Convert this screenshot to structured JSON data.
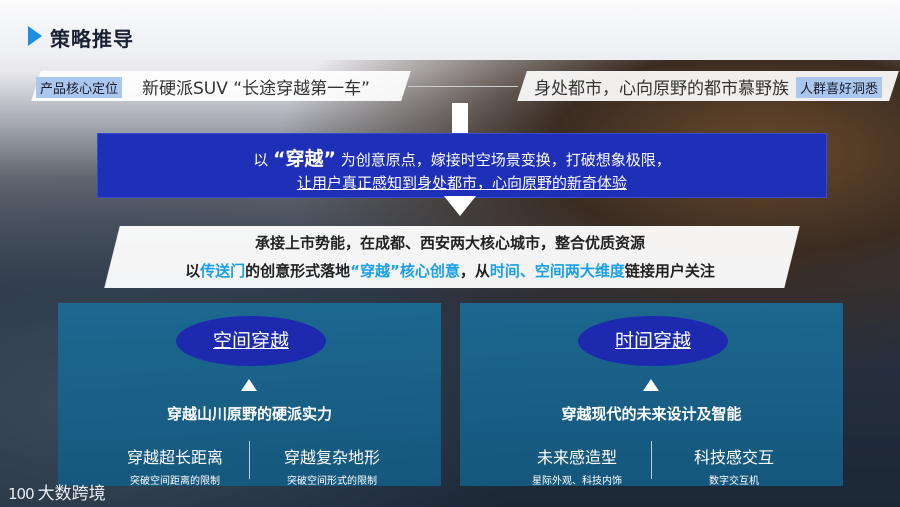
{
  "header": {
    "title": "策略推导"
  },
  "positioning": {
    "tag": "产品核心定位",
    "slogan": "新硬派SUV  “长途穿越第一车”"
  },
  "audience": {
    "text": "身处都市，心向原野的都市慕野族",
    "tag": "人群喜好洞悉"
  },
  "creative": {
    "prefix": "以",
    "highlight": "“穿越”",
    "line1_rest": "为创意原点，嫁接时空场景变换，打破想象极限，",
    "line2": "让用户真正感知到身处都市，心向原野的新奇体验"
  },
  "strategy": {
    "line1": "承接上市势能，在成都、西安两大核心城市，整合优质资源",
    "l2_a": "以",
    "l2_b": "传送门",
    "l2_c": "的创意形式落地",
    "l2_d": "“穿越”核心创意",
    "l2_e": "，从",
    "l2_f": "时间、空间两大维度",
    "l2_g": "链接用户关注"
  },
  "cards": [
    {
      "title": "空间穿越",
      "subtitle": "穿越山川原野的硬派实力",
      "items": [
        {
          "title": "穿越超长距离",
          "desc": "突破空间距离的限制"
        },
        {
          "title": "穿越复杂地形",
          "desc": "突破空间形式的限制"
        }
      ]
    },
    {
      "title": "时间穿越",
      "subtitle": "穿越现代的未来设计及智能",
      "items": [
        {
          "title": "未来感造型",
          "desc": "星际外观、科技内饰"
        },
        {
          "title": "科技感交互",
          "desc": "数字交互机"
        }
      ]
    }
  ],
  "logo": {
    "mark": "100",
    "text": "大数跨境"
  },
  "colors": {
    "accent": "#1e8fe0",
    "deep_blue": "#1e2fb8",
    "cyan": "#19a0e8",
    "teal": "#1a6c96"
  }
}
